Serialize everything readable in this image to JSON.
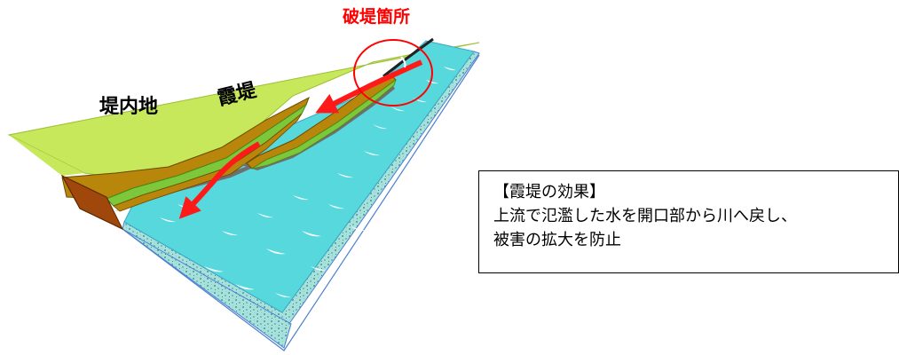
{
  "labels": {
    "breach_point": "破堤箇所",
    "inland_area": "堤内地",
    "kasumi_tei": "霞堤"
  },
  "effect_box": {
    "title": "【霞堤の効果】",
    "line1": "上流で氾濫した水を開口部から川へ戻し、",
    "line2": "被害の拡大を防止"
  },
  "colors": {
    "land": "#c6e85a",
    "river": "#57d8dc",
    "levee_brown": "#b8860b",
    "levee_green": "#7cc83a",
    "gravel": "#9fd8d8",
    "shadow": "#6f6f6f",
    "arrow": "#ff1a1a",
    "circle": "#ff0000"
  }
}
